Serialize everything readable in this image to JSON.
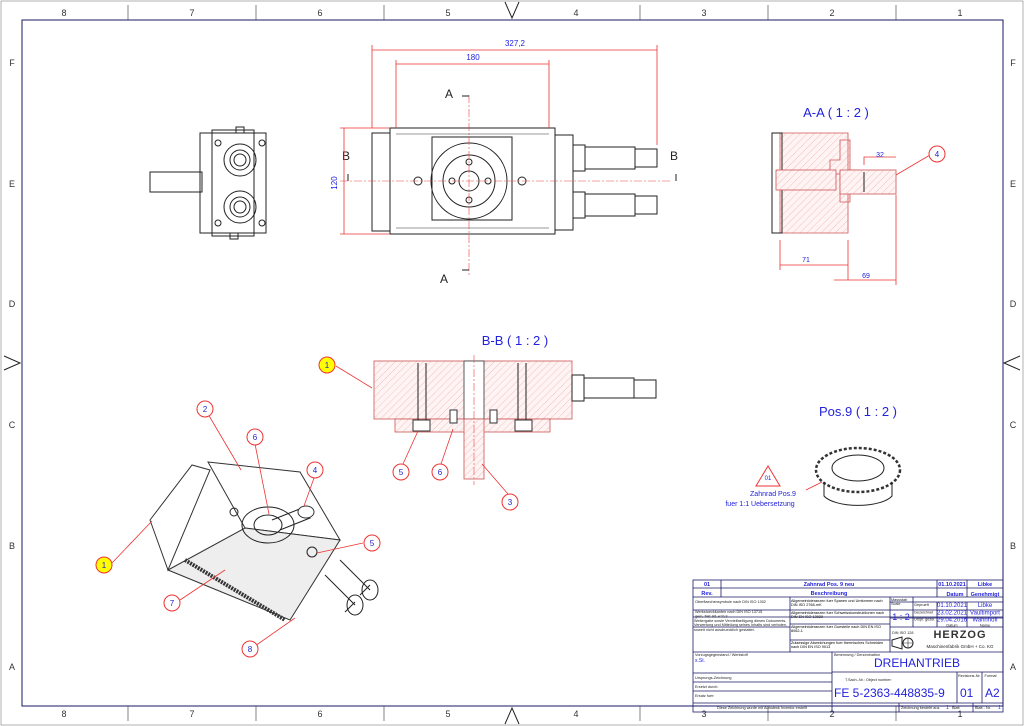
{
  "grid": {
    "columns": [
      "8",
      "7",
      "6",
      "5",
      "4",
      "3",
      "2",
      "1"
    ],
    "rows": [
      "F",
      "E",
      "D",
      "C",
      "B",
      "A"
    ]
  },
  "views": {
    "section_aa": "A-A ( 1 : 2 )",
    "section_bb": "B-B ( 1 : 2 )",
    "detail_pos9": "Pos.9 ( 1 : 2 )",
    "cut_a": "A",
    "cut_b": "B"
  },
  "dimensions": {
    "overall_length": "327,2",
    "body_length": "180",
    "height": "120",
    "shaft": "32",
    "depth_left": "71",
    "depth_right": "69"
  },
  "balloons": {
    "b1": "1",
    "b2": "2",
    "b3": "3",
    "b4": "4",
    "b5": "5",
    "b6": "6",
    "b7": "7",
    "b8": "8"
  },
  "revision_note": {
    "marker": "01",
    "line1": "Zahnrad Pos.9",
    "line2": "fuer 1:1 Uebersetzung"
  },
  "title_block": {
    "rev_no": "01",
    "rev_desc": "Zahnrad Pos. 9 neu",
    "rev_date": "01.10.2021",
    "rev_approved": "Libke",
    "hdr_rev": "Rev.",
    "hdr_desc": "Beschreibung",
    "hdr_date": "Datum",
    "hdr_approved": "Genehmigt",
    "surface": "Oberflaechensymbole nach DIN ISO 1302",
    "edges": "Werkstueckkanten nach DIN ISO 13715",
    "edges2": "gem. Teil: B1 e=0,3",
    "copyright": "Weitergabe sowie Vervielfaeltigung dieses Dokuments, Verwertung und Mitteilung seines Inhalts sind verboten, soweit nicht ausdruecklich gestattet.",
    "tol1": "Allgemeintoleranzen fuer Spanen und Umformen nach DIN ISO 2768-mK",
    "tol2": "Allgemeintoleranzen fuer Schweisskonstruktionen nach DIN EN ISO 13920",
    "tol3": "Allgemeintoleranzen fuer Guesteile nach DIN EN ISO 8062-1",
    "tol4": "Zulaessige Abweichungen fuer thermisches Schneiden nach DIN EN ISO 9013",
    "scale_label": "Massstab Scale",
    "scale": "1 : 2",
    "checked_label": "Geprueft",
    "drawn_label": "Gezeichnet",
    "orig_label": "Urspr. gezei.",
    "checked_date": "01.10.2021",
    "checked_by": "Libke",
    "drawn_date": "23.02.2021",
    "drawn_by": "Vaultimport",
    "orig_date": "29.04.2016",
    "orig_by": "Wahnhoff",
    "date_label": "Datum",
    "name_label": "Name",
    "projection": "DIN ISO 128",
    "company_logo": "HERZOG",
    "company": "Maschinenfabrik GmbH + Co. KG",
    "material_label": "Vorzugsgegenstand / Werkstoff",
    "material": "s.St.",
    "orig_drawing": "Ursprungs-Zeichnung",
    "replaced_by": "Ersetzt durch:",
    "replaces": "Ersatz fuer:",
    "software_note": "Diese Zeichnung wurde mit Autodesk Inventor erstellt",
    "name_label2": "Benennung / Denomination",
    "title": "DREHANTRIEB",
    "object_label": "T.Sach.-Nr.: Object number:",
    "object_number": "FE 5-2363-448835-9",
    "revision_label": "Revisions-Nr.",
    "revision": "01",
    "format_label": "Format",
    "format": "A2",
    "sheets_label": "Zeichnung besteht aus",
    "sheets": "1",
    "sheets_unit": "Blatt",
    "sheet_label": "Blatt - Nr.",
    "sheet_no": "1"
  }
}
